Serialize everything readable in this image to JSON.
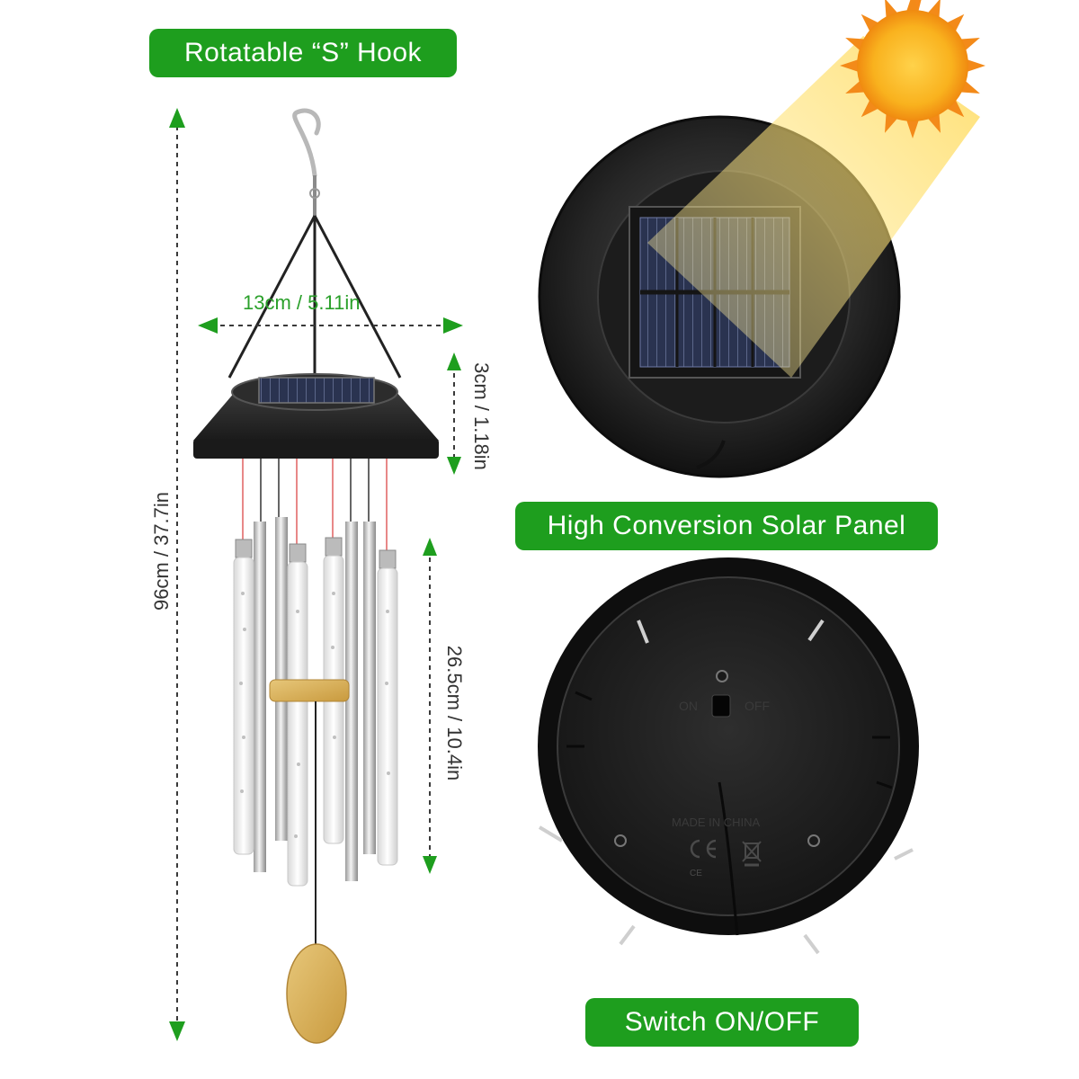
{
  "labels": {
    "hook": "Rotatable “S” Hook",
    "solar_panel": "High Conversion Solar Panel",
    "switch": "Switch ON/OFF"
  },
  "dimensions": {
    "width": "13cm / 5.11in",
    "height_top": "3cm / 1.18in",
    "total_length": "96cm / 37.7in",
    "tube_length": "26.5cm / 10.4in"
  },
  "base_markings": {
    "on": "ON",
    "off": "OFF",
    "made_in": "MADE IN CHINA",
    "ce": "CE"
  },
  "colors": {
    "badge_green": "#1e9e1e",
    "dimension_green": "#2aa02a",
    "sun_orange": "#f7a21b"
  },
  "icons": [
    "sun-icon",
    "ce-mark-icon",
    "wheelie-bin-icon"
  ]
}
